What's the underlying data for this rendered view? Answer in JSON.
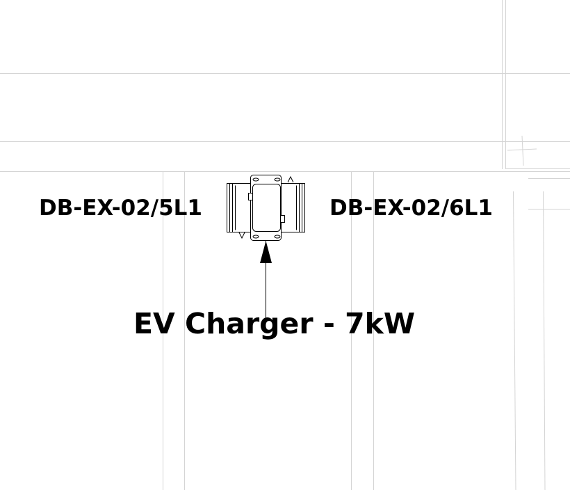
{
  "labels": {
    "left_circuit": "DB-EX-02/5L1",
    "right_circuit": "DB-EX-02/6L1",
    "device": "EV Charger - 7kW"
  },
  "colors": {
    "grid_line": "#d4d4d4",
    "symbol": "#000000"
  }
}
